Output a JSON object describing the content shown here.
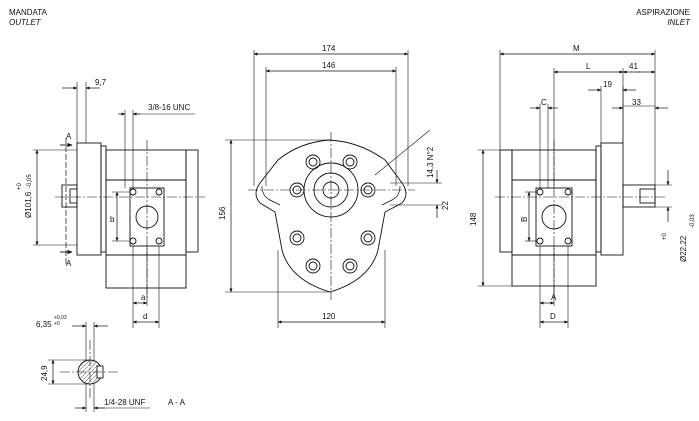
{
  "header": {
    "left_title": "MANDATA",
    "left_subtitle": "OUTLET",
    "right_title": "ASPIRAZIONE",
    "right_subtitle": "INLET"
  },
  "left_view": {
    "dim_top": "9,7",
    "thread": "3/8-16 UNC",
    "section_a": "A",
    "diameter_label": "Ø101,6",
    "diameter_tol_upper": "+0",
    "diameter_tol_lower": "-0,05",
    "dim_b": "b",
    "dim_a": "a",
    "dim_d": "d"
  },
  "front_view": {
    "width_outer": "174",
    "width_inner": "146",
    "height": "156",
    "port_dim": "14,3 N°2",
    "port_width": "22",
    "base_width": "120"
  },
  "right_view": {
    "dim_M": "M",
    "dim_L": "L",
    "dim_41": "41",
    "dim_19": "19",
    "dim_33": "33",
    "dim_C": "C",
    "height": "148",
    "dim_B": "B",
    "shaft_diameter": "Ø22,22",
    "shaft_tol_upper": "+0",
    "shaft_tol_lower": "-0,03",
    "dim_A": "A",
    "dim_D": "D"
  },
  "section_view": {
    "key_width": "6,35",
    "key_tol_upper": "+0,03",
    "key_tol_lower": "+0",
    "height": "24,9",
    "thread": "1/4-28 UNF",
    "label": "A - A"
  }
}
